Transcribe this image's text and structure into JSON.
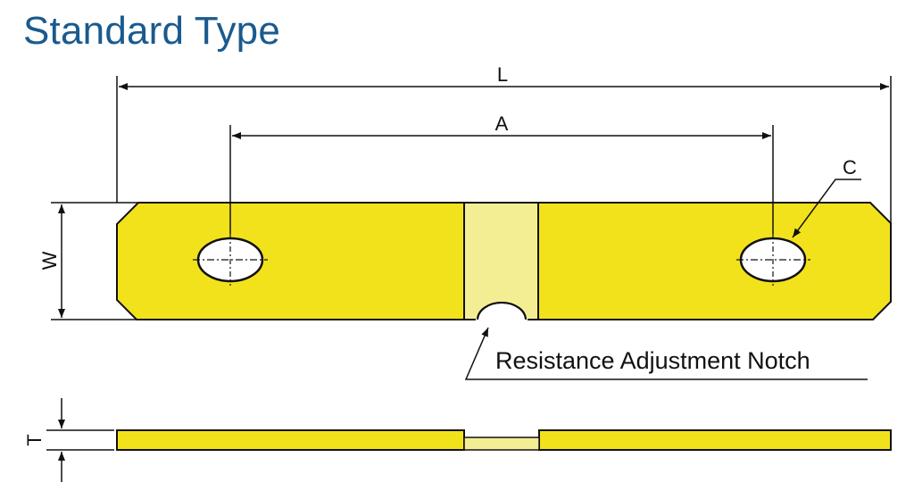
{
  "title": "Standard Type",
  "colors": {
    "title": "#1a5a8e",
    "plate": "#f2e21c",
    "notch_zone": "#f3ee93",
    "outline": "#111111"
  },
  "dimensions": {
    "length": "L",
    "hole_pitch": "A",
    "hole": "C",
    "width": "W",
    "thickness": "T"
  },
  "callouts": {
    "notch": "Resistance Adjustment Notch"
  }
}
